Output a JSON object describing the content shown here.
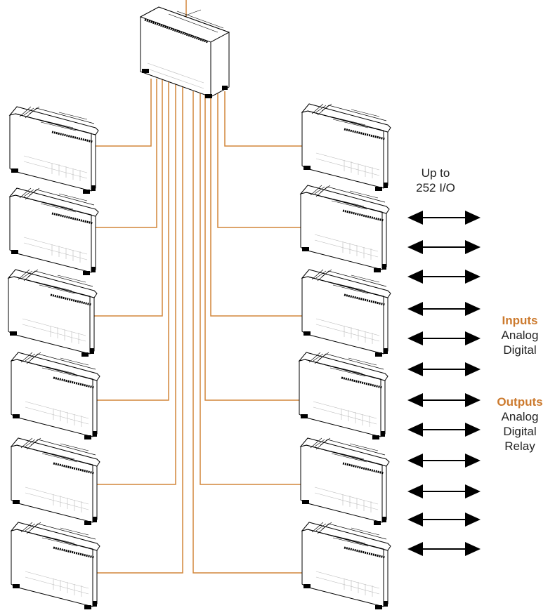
{
  "colors": {
    "wire": "#d2863a",
    "heading": "#cc7a2e",
    "text": "#222222",
    "arrow": "#000000",
    "module_stroke": "#000000",
    "module_fill": "#ffffff"
  },
  "capacity": {
    "line1": "Up to",
    "line2": "252 I/O"
  },
  "inputs": {
    "heading": "Inputs",
    "items": [
      "Analog",
      "Digital"
    ]
  },
  "outputs": {
    "heading": "Outputs",
    "items": [
      "Analog",
      "Digital",
      "Relay"
    ]
  },
  "topology": {
    "master_modules": 1,
    "left_expansion_modules": 6,
    "right_expansion_modules": 6,
    "io_arrows": 12,
    "icon": "io-module-icon"
  }
}
